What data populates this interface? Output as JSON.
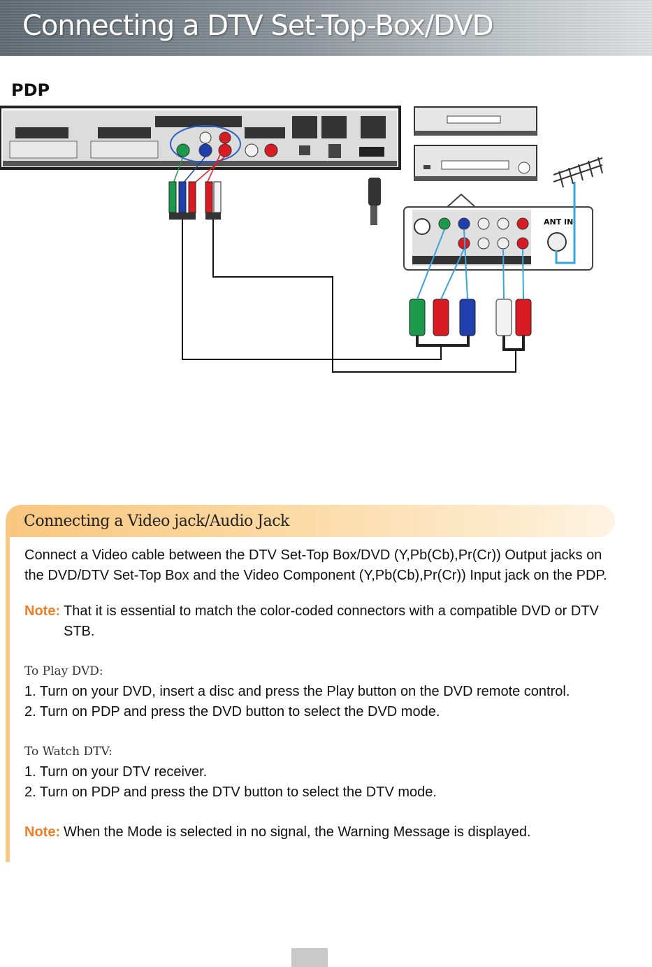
{
  "header": {
    "title": "Connecting a DTV Set-Top-Box/DVD"
  },
  "diagram": {
    "pdp_label": "PDP",
    "ant_label": "ANT IN",
    "colors": {
      "green": "#1a9a4a",
      "blue": "#1f3fae",
      "red": "#d91c24",
      "white": "#f2f2f2",
      "cable_blue": "#3aa3d8"
    }
  },
  "section": {
    "title": "Connecting a Video jack/Audio Jack",
    "intro": "Connect a Video cable between the DTV Set-Top Box/DVD (Y,Pb(Cb),Pr(Cr)) Output jacks on the DVD/DTV Set-Top Box and the Video Component (Y,Pb(Cb),Pr(Cr)) Input jack on the PDP.",
    "note1_label": "Note:",
    "note1_text": "That it is essential to match the color-coded connectors with a compatible DVD or DTV STB.",
    "play_heading": "To Play DVD:",
    "play_steps": [
      "1. Turn on your DVD, insert a disc and press the Play button on the DVD remote control.",
      "2. Turn on PDP and press the DVD button to select the DVD mode."
    ],
    "watch_heading": "To Watch DTV:",
    "watch_steps": [
      "1. Turn on your DTV receiver.",
      "2. Turn on PDP and press the DTV button to select the DTV mode."
    ],
    "note2_label": "Note:",
    "note2_text": "When the Mode is selected in no signal, the Warning Message is displayed."
  },
  "accent": {
    "orange": "#ef7d22",
    "bar": "#f9c67f"
  }
}
